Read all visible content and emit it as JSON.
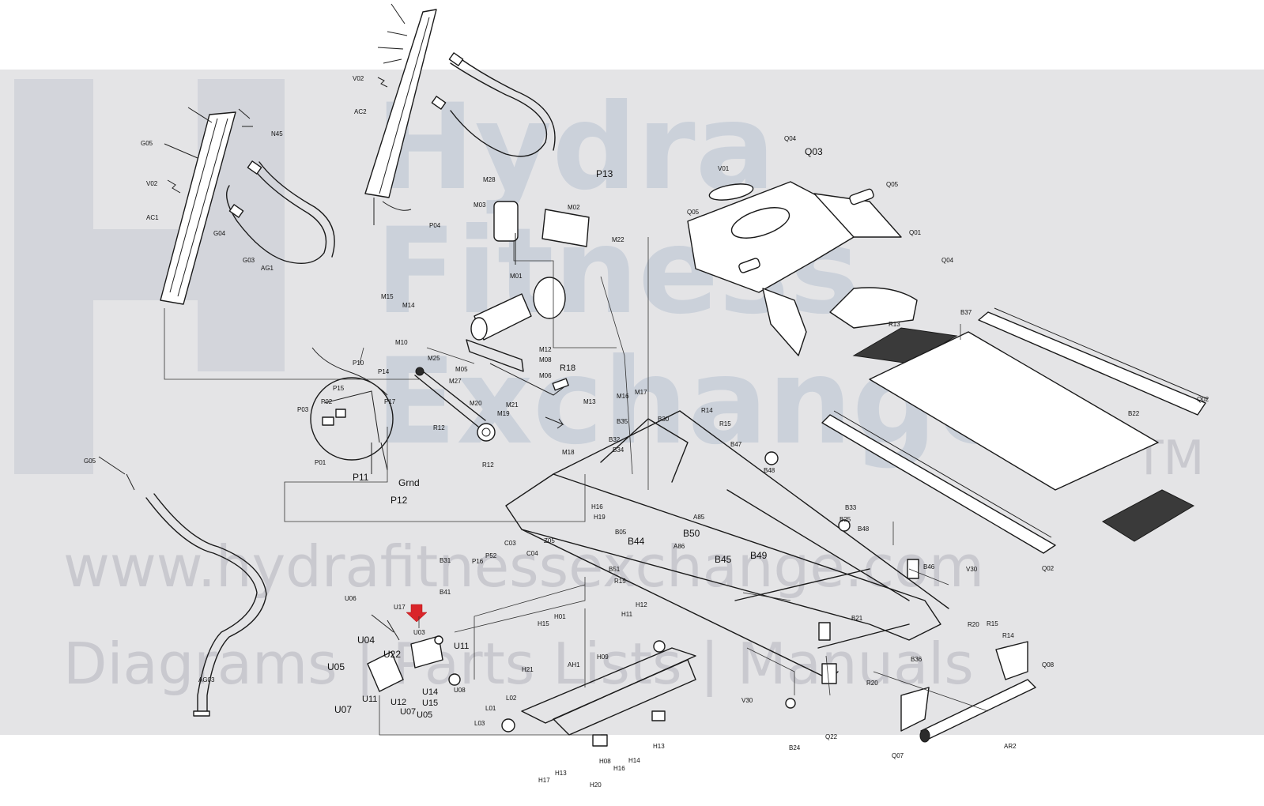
{
  "watermark": {
    "brand_word_1": "Hydra",
    "brand_word_2": "Fitness",
    "brand_word_3": "Exchange",
    "trademark": "TM",
    "url": "www.hydrafitnessexchange.com",
    "tagline": "Diagrams | Parts Lists | Manuals"
  },
  "labels": [
    {
      "id": "c-G05a",
      "text": "G05",
      "size": "s"
    },
    {
      "id": "c-N45",
      "text": "N45",
      "size": "s"
    },
    {
      "id": "c-V02a",
      "text": "V02",
      "size": "s"
    },
    {
      "id": "c-AC1",
      "text": "AC1",
      "size": "s"
    },
    {
      "id": "c-G04",
      "text": "G04",
      "size": "s"
    },
    {
      "id": "c-G03",
      "text": "G03",
      "size": "s"
    },
    {
      "id": "c-AG1",
      "text": "AG1",
      "size": "s"
    },
    {
      "id": "c-V02b",
      "text": "V02",
      "size": "s"
    },
    {
      "id": "c-AC2",
      "text": "AC2",
      "size": "s"
    },
    {
      "id": "c-P04",
      "text": "P04",
      "size": "s"
    },
    {
      "id": "c-M28",
      "text": "M28",
      "size": "s"
    },
    {
      "id": "c-M03",
      "text": "M03",
      "size": "s"
    },
    {
      "id": "c-P13",
      "text": "P13",
      "size": "l"
    },
    {
      "id": "c-M02",
      "text": "M02",
      "size": "s"
    },
    {
      "id": "c-M22",
      "text": "M22",
      "size": "s"
    },
    {
      "id": "c-M01",
      "text": "M01",
      "size": "s"
    },
    {
      "id": "c-M15",
      "text": "M15",
      "size": "s"
    },
    {
      "id": "c-M14",
      "text": "M14",
      "size": "s"
    },
    {
      "id": "c-M10",
      "text": "M10",
      "size": "s"
    },
    {
      "id": "c-M25",
      "text": "M25",
      "size": "s"
    },
    {
      "id": "c-M05",
      "text": "M05",
      "size": "s"
    },
    {
      "id": "c-M12",
      "text": "M12",
      "size": "s"
    },
    {
      "id": "c-M08",
      "text": "M08",
      "size": "s"
    },
    {
      "id": "c-M06",
      "text": "M06",
      "size": "s"
    },
    {
      "id": "c-R18",
      "text": "R18",
      "size": "m"
    },
    {
      "id": "c-M27",
      "text": "M27",
      "size": "s"
    },
    {
      "id": "c-M20",
      "text": "M20",
      "size": "s"
    },
    {
      "id": "c-M21",
      "text": "M21",
      "size": "s"
    },
    {
      "id": "c-M19",
      "text": "M19",
      "size": "s"
    },
    {
      "id": "c-M13",
      "text": "M13",
      "size": "s"
    },
    {
      "id": "c-M16",
      "text": "M16",
      "size": "s"
    },
    {
      "id": "c-M17",
      "text": "M17",
      "size": "s"
    },
    {
      "id": "c-R12a",
      "text": "R12",
      "size": "s"
    },
    {
      "id": "c-R12b",
      "text": "R12",
      "size": "s"
    },
    {
      "id": "c-P10",
      "text": "P10",
      "size": "s"
    },
    {
      "id": "c-P14",
      "text": "P14",
      "size": "s"
    },
    {
      "id": "c-P15",
      "text": "P15",
      "size": "s"
    },
    {
      "id": "c-P02",
      "text": "P02",
      "size": "s"
    },
    {
      "id": "c-P17",
      "text": "P17",
      "size": "s"
    },
    {
      "id": "c-P03",
      "text": "P03",
      "size": "s"
    },
    {
      "id": "c-P01",
      "text": "P01",
      "size": "s"
    },
    {
      "id": "c-P11",
      "text": "P11",
      "size": "l"
    },
    {
      "id": "c-Grnd",
      "text": "Grnd",
      "size": "l"
    },
    {
      "id": "c-P12",
      "text": "P12",
      "size": "l"
    },
    {
      "id": "c-Q04a",
      "text": "Q04",
      "size": "s"
    },
    {
      "id": "c-Q03",
      "text": "Q03",
      "size": "l"
    },
    {
      "id": "c-V01",
      "text": "V01",
      "size": "s"
    },
    {
      "id": "c-Q05a",
      "text": "Q05",
      "size": "s"
    },
    {
      "id": "c-Q05b",
      "text": "Q05",
      "size": "s"
    },
    {
      "id": "c-Q01",
      "text": "Q01",
      "size": "s"
    },
    {
      "id": "c-Q04b",
      "text": "Q04",
      "size": "s"
    },
    {
      "id": "c-R13",
      "text": "R13",
      "size": "s"
    },
    {
      "id": "c-B37",
      "text": "B37",
      "size": "s"
    },
    {
      "id": "c-Q02a",
      "text": "Q02",
      "size": "s"
    },
    {
      "id": "c-B22",
      "text": "B22",
      "size": "s"
    },
    {
      "id": "c-Q02b",
      "text": "Q02",
      "size": "s"
    },
    {
      "id": "c-B35",
      "text": "B35",
      "size": "s"
    },
    {
      "id": "c-B30",
      "text": "B30",
      "size": "s"
    },
    {
      "id": "c-R14a",
      "text": "R14",
      "size": "s"
    },
    {
      "id": "c-R15a",
      "text": "R15",
      "size": "s"
    },
    {
      "id": "c-B47",
      "text": "B47",
      "size": "s"
    },
    {
      "id": "c-B32",
      "text": "B32",
      "size": "s"
    },
    {
      "id": "c-B34",
      "text": "B34",
      "size": "s"
    },
    {
      "id": "c-M18",
      "text": "M18",
      "size": "s"
    },
    {
      "id": "c-B48a",
      "text": "B48",
      "size": "s"
    },
    {
      "id": "c-B33",
      "text": "B33",
      "size": "s"
    },
    {
      "id": "c-B25",
      "text": "B25",
      "size": "s"
    },
    {
      "id": "c-B48b",
      "text": "B48",
      "size": "s"
    },
    {
      "id": "c-H16",
      "text": "H16",
      "size": "s"
    },
    {
      "id": "c-H19",
      "text": "H19",
      "size": "s"
    },
    {
      "id": "c-A85",
      "text": "A85",
      "size": "s"
    },
    {
      "id": "c-B50",
      "text": "B50",
      "size": "l"
    },
    {
      "id": "c-B44",
      "text": "B44",
      "size": "l"
    },
    {
      "id": "c-A86",
      "text": "A86",
      "size": "s"
    },
    {
      "id": "c-B45",
      "text": "B45",
      "size": "l"
    },
    {
      "id": "c-B49",
      "text": "B49",
      "size": "l"
    },
    {
      "id": "c-C03",
      "text": "C03",
      "size": "s"
    },
    {
      "id": "c-C04",
      "text": "C04",
      "size": "s"
    },
    {
      "id": "c-Z05",
      "text": "Z05",
      "size": "s"
    },
    {
      "id": "c-B05",
      "text": "B05",
      "size": "s"
    },
    {
      "id": "c-B51",
      "text": "B51",
      "size": "s"
    },
    {
      "id": "c-R15b",
      "text": "R15",
      "size": "s"
    },
    {
      "id": "c-P52",
      "text": "P52",
      "size": "s"
    },
    {
      "id": "c-B31",
      "text": "B31",
      "size": "s"
    },
    {
      "id": "c-P16",
      "text": "P16",
      "size": "s"
    },
    {
      "id": "c-B41",
      "text": "B41",
      "size": "s"
    },
    {
      "id": "c-B46",
      "text": "B46",
      "size": "s"
    },
    {
      "id": "c-V30a",
      "text": "V30",
      "size": "s"
    },
    {
      "id": "c-B21",
      "text": "B21",
      "size": "s"
    },
    {
      "id": "c-R20a",
      "text": "R20",
      "size": "s"
    },
    {
      "id": "c-R15c",
      "text": "R15",
      "size": "s"
    },
    {
      "id": "c-R14b",
      "text": "R14",
      "size": "s"
    },
    {
      "id": "c-B36",
      "text": "B36",
      "size": "s"
    },
    {
      "id": "c-Q08",
      "text": "Q08",
      "size": "s"
    },
    {
      "id": "c-R20b",
      "text": "R20",
      "size": "s"
    },
    {
      "id": "c-V30b",
      "text": "V30",
      "size": "s"
    },
    {
      "id": "c-Q22",
      "text": "Q22",
      "size": "s"
    },
    {
      "id": "c-B24",
      "text": "B24",
      "size": "s"
    },
    {
      "id": "c-Q07",
      "text": "Q07",
      "size": "s"
    },
    {
      "id": "c-AR2",
      "text": "AR2",
      "size": "s"
    },
    {
      "id": "c-G05b",
      "text": "G05",
      "size": "s"
    },
    {
      "id": "c-AG03",
      "text": "AG03",
      "size": "s"
    },
    {
      "id": "c-U06",
      "text": "U06",
      "size": "s"
    },
    {
      "id": "c-U17",
      "text": "U17",
      "size": "s"
    },
    {
      "id": "c-U03",
      "text": "U03",
      "size": "s"
    },
    {
      "id": "c-U04",
      "text": "U04",
      "size": "l"
    },
    {
      "id": "c-U22",
      "text": "U22",
      "size": "l"
    },
    {
      "id": "c-U11a",
      "text": "U11",
      "size": "m"
    },
    {
      "id": "c-U05a",
      "text": "U05",
      "size": "l"
    },
    {
      "id": "c-U08",
      "text": "U08",
      "size": "s"
    },
    {
      "id": "c-U14",
      "text": "U14",
      "size": "m"
    },
    {
      "id": "c-U15",
      "text": "U15",
      "size": "m"
    },
    {
      "id": "c-U12",
      "text": "U12",
      "size": "m"
    },
    {
      "id": "c-U11b",
      "text": "U11",
      "size": "m"
    },
    {
      "id": "c-U07a",
      "text": "U07",
      "size": "l"
    },
    {
      "id": "c-U07b",
      "text": "U07",
      "size": "m"
    },
    {
      "id": "c-U05b",
      "text": "U05",
      "size": "m"
    },
    {
      "id": "c-H12",
      "text": "H12",
      "size": "s"
    },
    {
      "id": "c-H11",
      "text": "H11",
      "size": "s"
    },
    {
      "id": "c-H15",
      "text": "H15",
      "size": "s"
    },
    {
      "id": "c-H01",
      "text": "H01",
      "size": "s"
    },
    {
      "id": "c-H21",
      "text": "H21",
      "size": "s"
    },
    {
      "id": "c-AH1",
      "text": "AH1",
      "size": "s"
    },
    {
      "id": "c-H09",
      "text": "H09",
      "size": "s"
    },
    {
      "id": "c-L02",
      "text": "L02",
      "size": "s"
    },
    {
      "id": "c-L01",
      "text": "L01",
      "size": "s"
    },
    {
      "id": "c-L03",
      "text": "L03",
      "size": "s"
    },
    {
      "id": "c-H13a",
      "text": "H13",
      "size": "s"
    },
    {
      "id": "c-H13b",
      "text": "H13",
      "size": "s"
    },
    {
      "id": "c-H14",
      "text": "H14",
      "size": "s"
    },
    {
      "id": "c-H16b",
      "text": "H16",
      "size": "s"
    },
    {
      "id": "c-H08",
      "text": "H08",
      "size": "s"
    },
    {
      "id": "c-H17",
      "text": "H17",
      "size": "s"
    },
    {
      "id": "c-H20",
      "text": "H20",
      "size": "s"
    }
  ],
  "colors": {
    "band": "#e4e4e6",
    "watermark_brand": "#b7c2d2",
    "watermark_url": "#c9c9cf",
    "line": "#1a1a1a",
    "highlight_arrow": "#d9252a"
  }
}
